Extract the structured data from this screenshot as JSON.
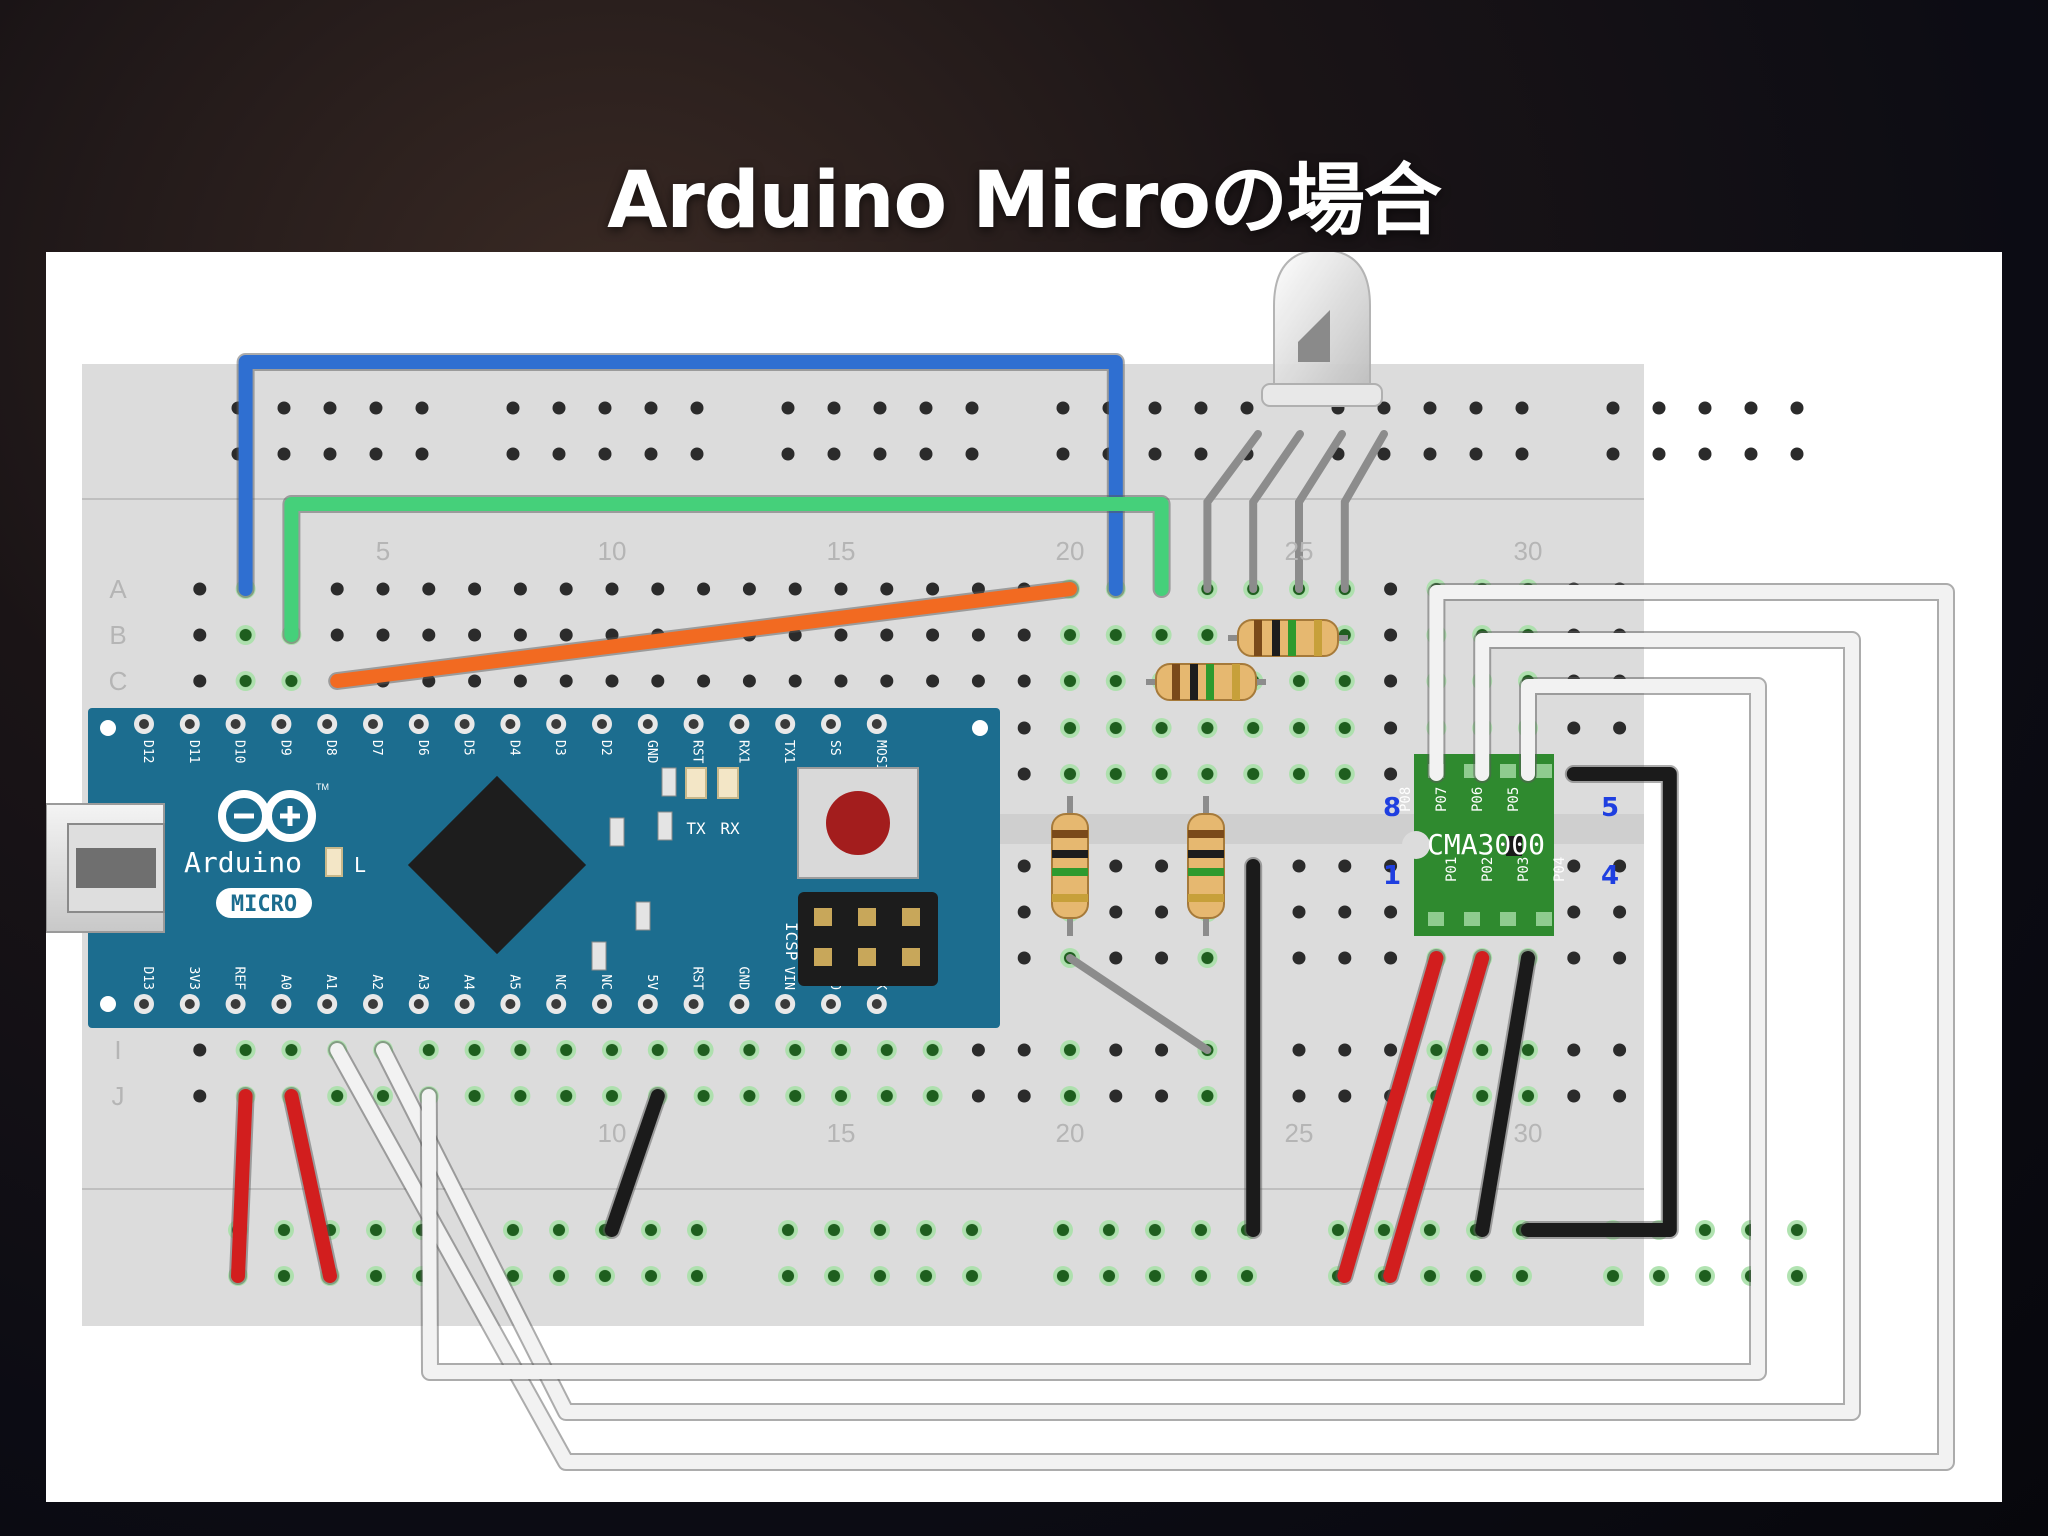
{
  "slide": {
    "title": "Arduino Microの場合"
  },
  "breadboard": {
    "row_labels_top": [
      "A",
      "B",
      "C"
    ],
    "row_labels_bottom": [
      "I",
      "J"
    ],
    "column_numbers_top": [
      "5",
      "10",
      "15",
      "20",
      "25",
      "30"
    ],
    "column_numbers_bottom": [
      "10",
      "15",
      "20",
      "25",
      "30"
    ]
  },
  "arduino": {
    "brand": "Arduino",
    "model": "MICRO",
    "tm": "TM",
    "led_label": "L",
    "tx_label": "TX",
    "rx_label": "RX",
    "icsp_label": "ICSP",
    "top_pins": [
      "D12",
      "D11",
      "D10",
      "D9",
      "D8",
      "D7",
      "D6",
      "D5",
      "D4",
      "D3",
      "D2",
      "GND",
      "RST",
      "RX1",
      "TX1",
      "SS",
      "MOSI"
    ],
    "bottom_pins": [
      "D13",
      "3V3",
      "REF",
      "A0",
      "A1",
      "A2",
      "A3",
      "A4",
      "A5",
      "NC",
      "NC",
      "5V",
      "RST",
      "GND",
      "VIN",
      "MISO",
      "SCK"
    ]
  },
  "sensor": {
    "name": "CMA3000",
    "pads_top": [
      "P08",
      "P07",
      "P06",
      "P05"
    ],
    "pads_bottom": [
      "P01",
      "P02",
      "P03",
      "P04"
    ],
    "pin_numbers": {
      "top_left": "8",
      "top_right": "5",
      "bottom_left": "1",
      "bottom_right": "4"
    },
    "pin_color": "#1f3fe0"
  },
  "colors": {
    "wire_blue": "#2f6fd1",
    "wire_green": "#45d07a",
    "wire_orange": "#f26a21",
    "wire_red": "#d21e1e",
    "wire_black": "#1b1b1b",
    "wire_white": "#f2f2f2",
    "board_teal": "#1c6d8f",
    "pcb_green": "#2f8a2f"
  }
}
